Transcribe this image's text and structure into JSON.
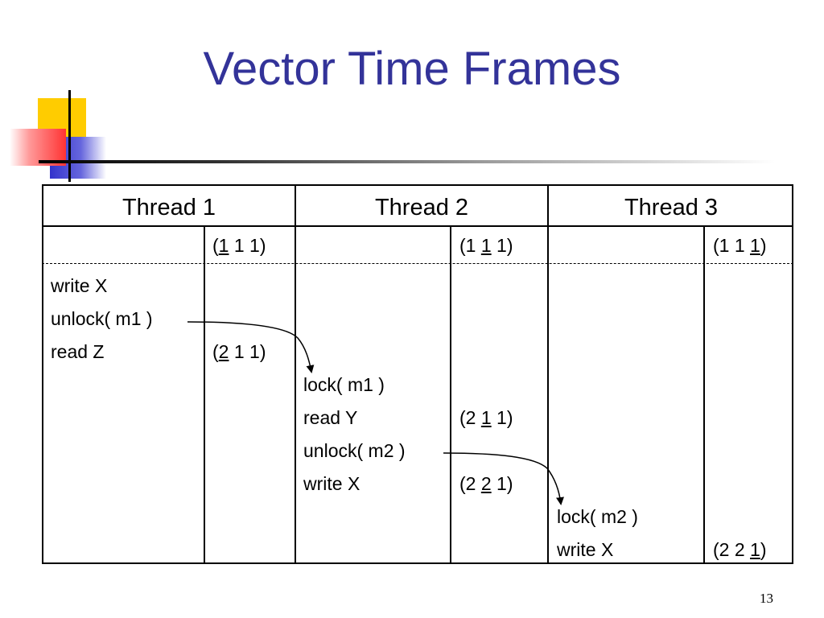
{
  "slide": {
    "title": "Vector Time Frames",
    "page_number": "13",
    "title_color": "#333399"
  },
  "table": {
    "headers": [
      "Thread 1",
      "Thread 2",
      "Thread 3"
    ],
    "initial_clocks": [
      {
        "prefix": "(",
        "underlined": "1",
        "suffix": " 1 1)"
      },
      {
        "prefix": "(1 ",
        "underlined": "1",
        "suffix": " 1)"
      },
      {
        "prefix": "(1 1 ",
        "underlined": "1",
        "suffix": ")"
      }
    ],
    "thread1_ops": [
      "write X",
      "unlock( m1 )",
      "read Z"
    ],
    "thread1_clock": {
      "prefix": "(",
      "underlined": "2",
      "suffix": " 1 1)"
    },
    "thread2_ops": [
      "lock( m1 )",
      "read Y",
      "unlock( m2 )",
      "write X"
    ],
    "thread2_clocks": [
      {
        "prefix": "(2 ",
        "underlined": "1",
        "suffix": " 1)"
      },
      {
        "prefix": "(2 ",
        "underlined": "2",
        "suffix": " 1)"
      }
    ],
    "thread3_ops": [
      "lock( m2 )",
      "write X"
    ],
    "thread3_clock": {
      "prefix": "(2 2 ",
      "underlined": "1",
      "suffix": ")"
    }
  },
  "icons": {
    "decoration": "color-blocks-crosshair-icon",
    "arrow1": "unlock-m1-to-lock-m1-arrow-icon",
    "arrow2": "unlock-m2-to-lock-m2-arrow-icon"
  }
}
